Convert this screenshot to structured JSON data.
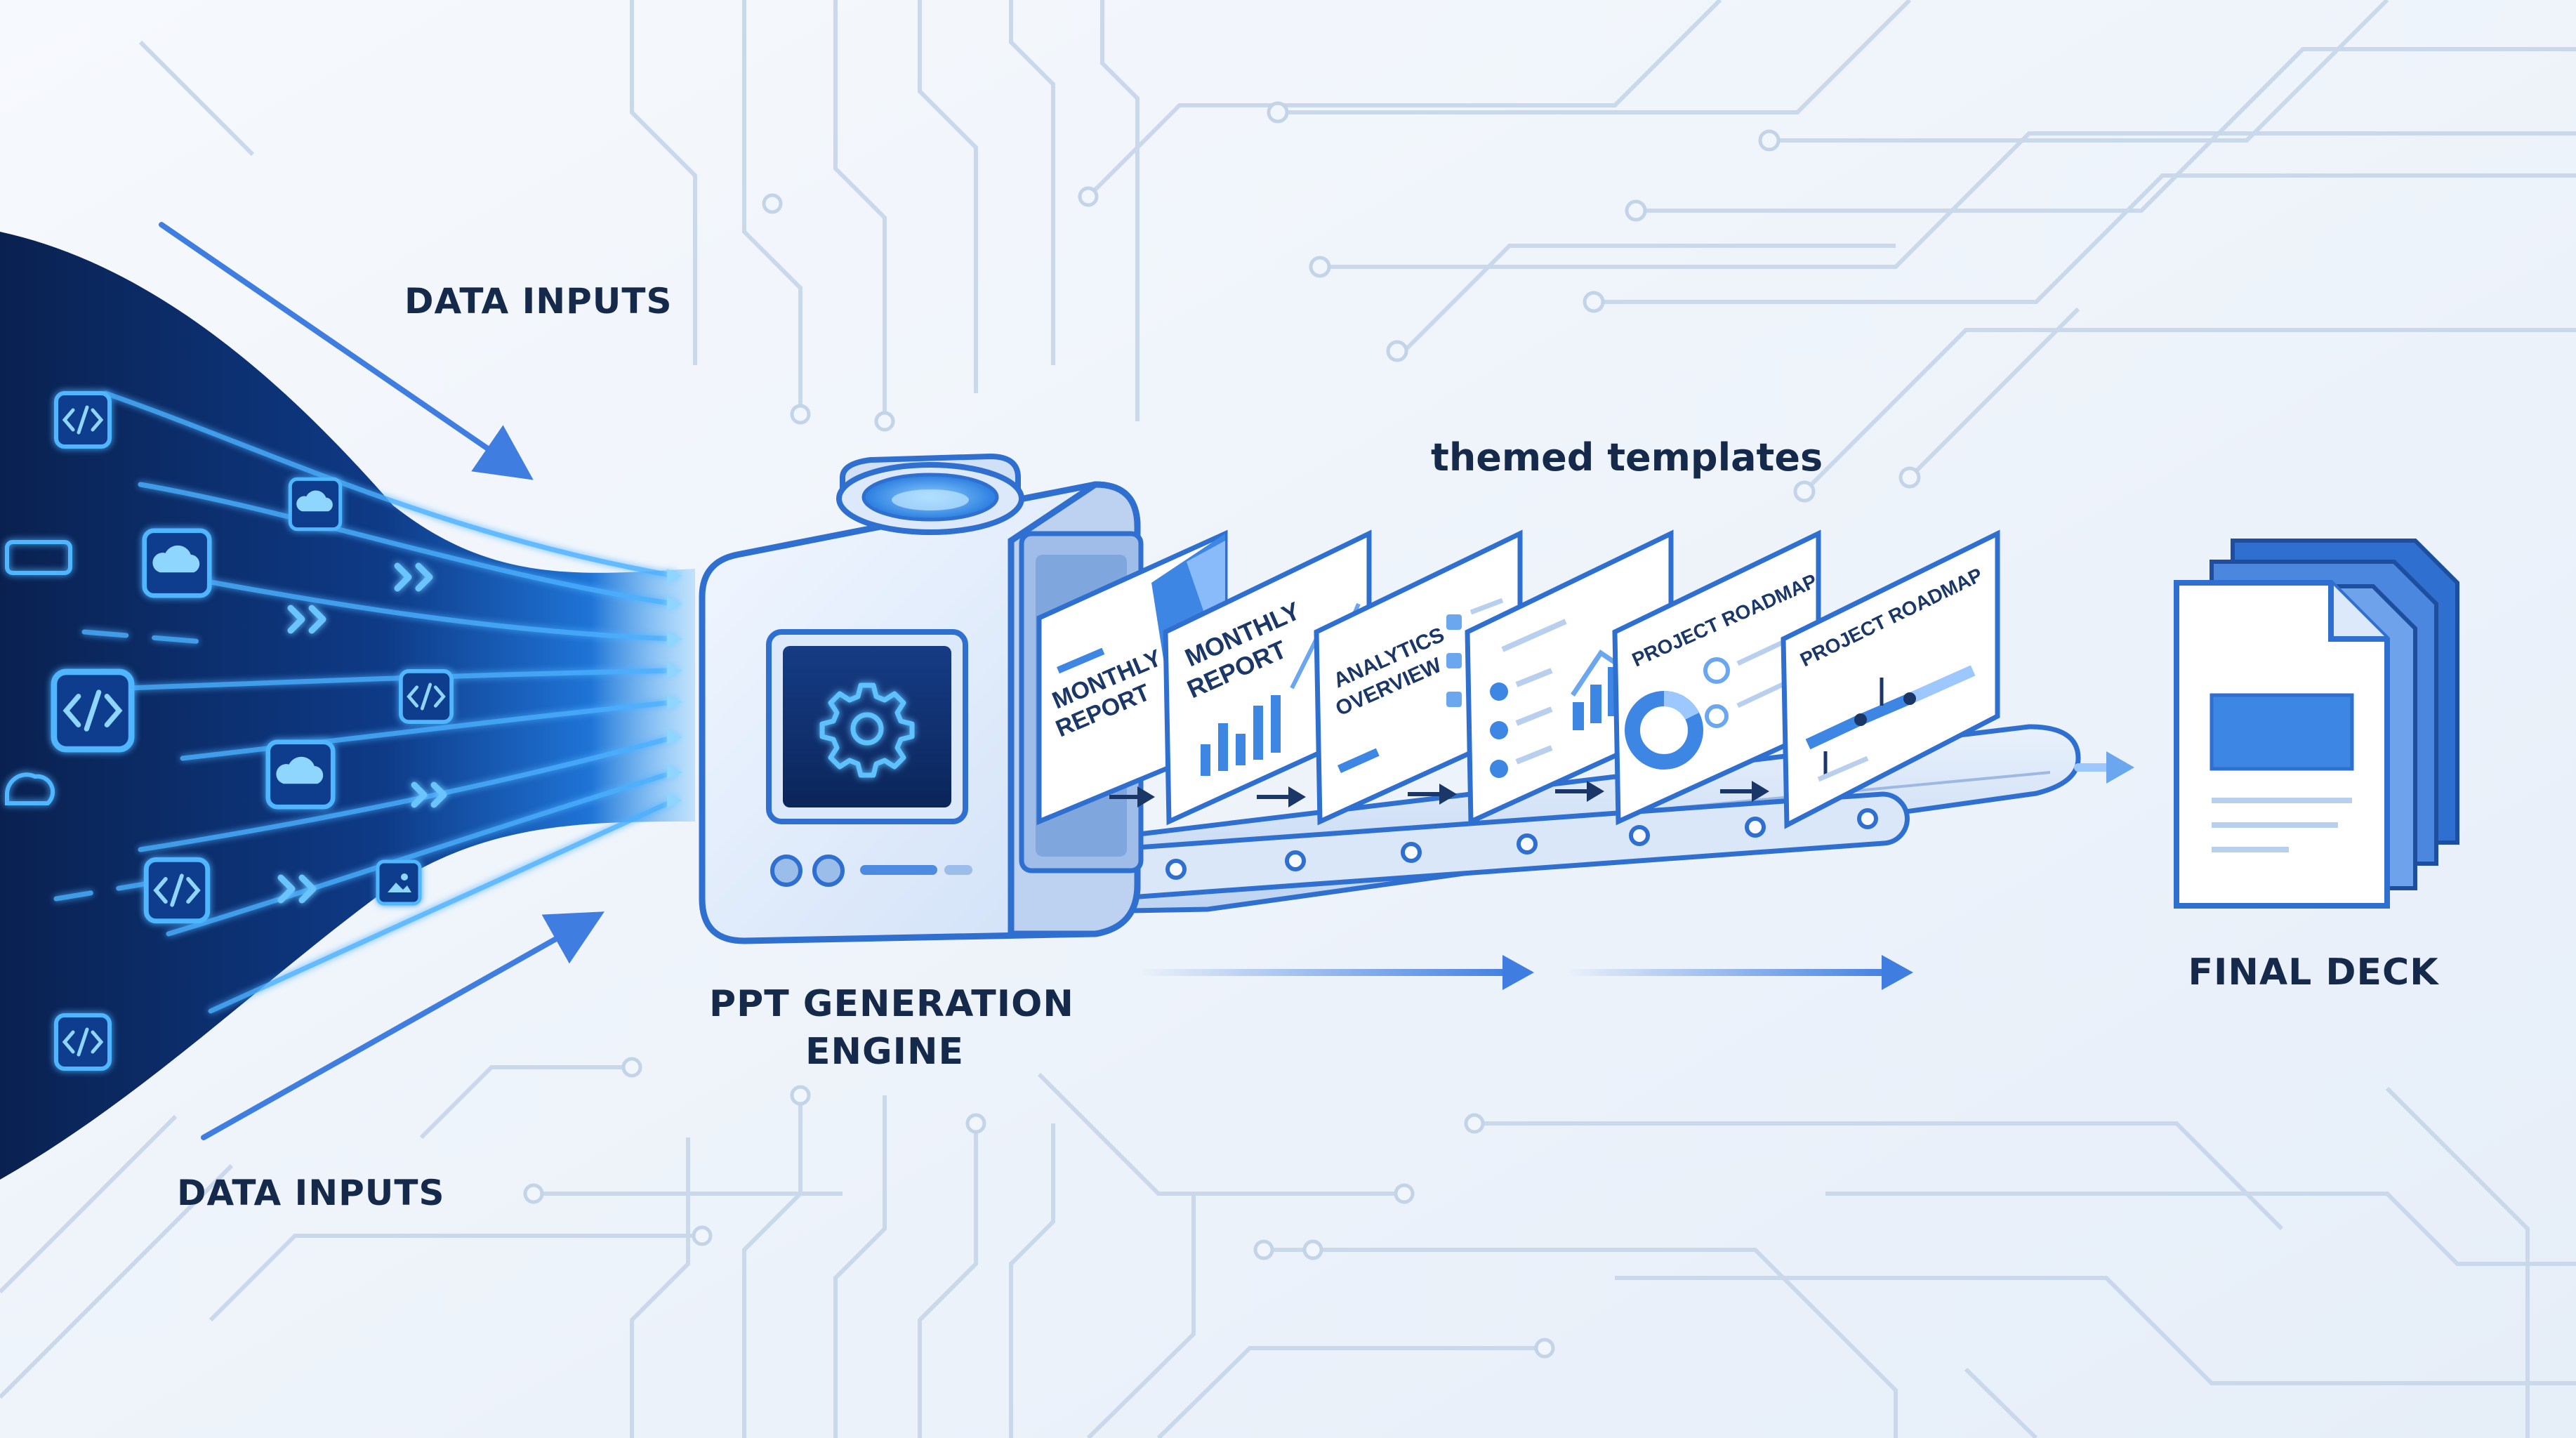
{
  "colors": {
    "background": "#eef4fb",
    "data_stream_dark": "#0b2559",
    "glow": "#39a6ff",
    "machine_blue": "#2f6fd0",
    "label_text": "#15294a",
    "flow_arrow": "#3f7ee0"
  },
  "labels": {
    "data_inputs_top": "DATA INPUTS",
    "data_inputs_bottom": "DATA INPUTS",
    "themed_templates": "themed templates",
    "engine_line1": "PPT GENERATION",
    "engine_line2": "ENGINE",
    "final_deck": "FINAL DECK"
  },
  "input_icons": [
    "code-icon",
    "cloud-icon",
    "code-icon",
    "code-icon",
    "cloud-icon",
    "code-icon",
    "cloud-icon",
    "code-icon",
    "image-icon",
    "code-icon",
    "chevrons-icon",
    "chevrons-icon"
  ],
  "slides": [
    {
      "title_lines": [
        "MONTHLY",
        "REPORT"
      ],
      "visual": "cover"
    },
    {
      "title_lines": [
        "MONTHLY",
        "REPORT"
      ],
      "visual": "bar-chart"
    },
    {
      "title_lines": [
        "ANALYTICS",
        "OVERVIEW"
      ],
      "visual": "bullets"
    },
    {
      "title_lines": [],
      "visual": "line-chart"
    },
    {
      "title_lines": [
        "PROJECT ROADMAP"
      ],
      "visual": "donut"
    },
    {
      "title_lines": [
        "PROJECT ROADMAP"
      ],
      "visual": "timeline"
    }
  ],
  "engine": {
    "icon": "gear-icon"
  },
  "final_deck": {
    "icon": "document-icon",
    "pages": 4
  }
}
